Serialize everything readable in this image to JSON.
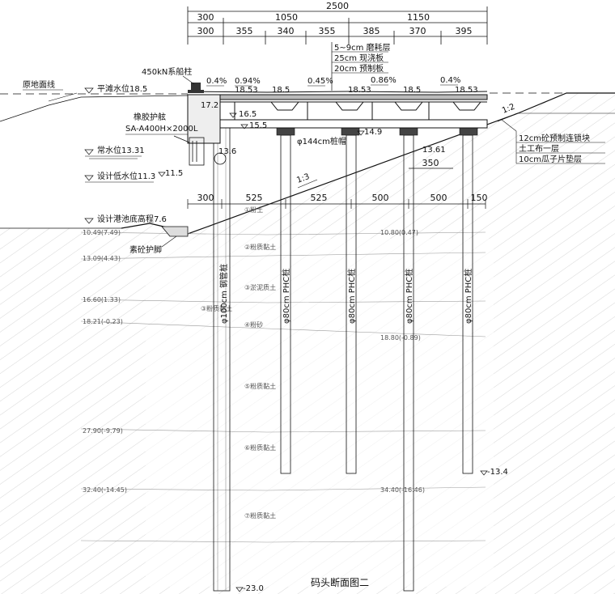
{
  "dimensions": {
    "total": "2500",
    "level1": [
      "300",
      "1050",
      "1150"
    ],
    "level2": [
      "300",
      "355",
      "340",
      "355",
      "385",
      "370",
      "395"
    ],
    "lower": [
      "300",
      "525",
      "525",
      "500",
      "500",
      "150"
    ],
    "gap_350": "350"
  },
  "labels": {
    "bollard": "450kN系船柱",
    "original_ground": "原地面线",
    "flood_level": "平滩水位18.5",
    "normal_level": "常水位13.31",
    "design_low_level": "设计低水位11.3",
    "design_dredge": "设计港池底高程7.6",
    "fender_title": "橡胶护舷",
    "fender_spec": "SA-A400H×2000L",
    "pile_cap": "φ144cm桩帽",
    "concrete_toe": "素砼护脚",
    "slope_upper": "1:2",
    "slope_lower": "1:3",
    "deck_layers": [
      "5~9cm 磨耗层",
      "25cm 现浇板",
      "20cm 预制板"
    ],
    "revetment_layers": [
      "12cm砼预制连锁块",
      "土工布一层",
      "10cm瓜子片垫层"
    ],
    "steel_pile": "φ100cm 钢管桩",
    "phc_pile": "φ80cm PHC桩"
  },
  "slopes_pct": [
    "0.4%",
    "0.94%",
    "0.45%",
    "0.86%",
    "0.4%"
  ],
  "elevations": {
    "deck": "18.53",
    "deck_b": "18.5",
    "e17_2": "17.2",
    "e16_5": "16.5",
    "e15_5": "15.5",
    "e14_9": "14.9",
    "e13_61": "13.61",
    "e13_6": "13.6",
    "e11_5": "11.5",
    "pile_tip_deep": "-23.0",
    "pile_tip_short": "-13.4"
  },
  "title": "码头断面图二"
}
